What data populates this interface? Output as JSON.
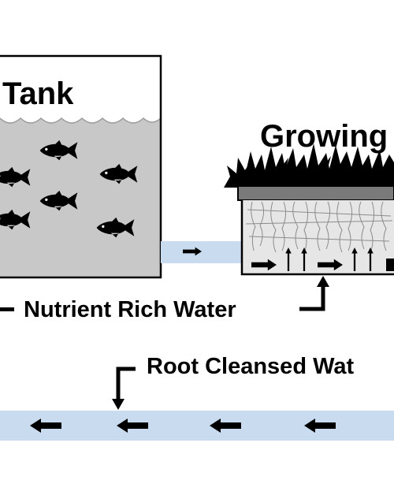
{
  "tank": {
    "label": "Tank"
  },
  "grow_bed": {
    "label": "Growing"
  },
  "labels": {
    "nutrient_rich": "Nutrient Rich Water",
    "root_cleansed": "Root Cleansed Wat"
  },
  "colors": {
    "pipe": "#c9dbef",
    "tank_water": "#c8c8c8",
    "tray": "#7a7a7a",
    "root_zone": "#e6e6e6",
    "ink": "#000000"
  },
  "icons": [
    "fish-icon",
    "plant-foliage-icon",
    "roots-icon",
    "flow-arrow-icon",
    "upward-arrow-icon",
    "label-pointer-icon"
  ]
}
